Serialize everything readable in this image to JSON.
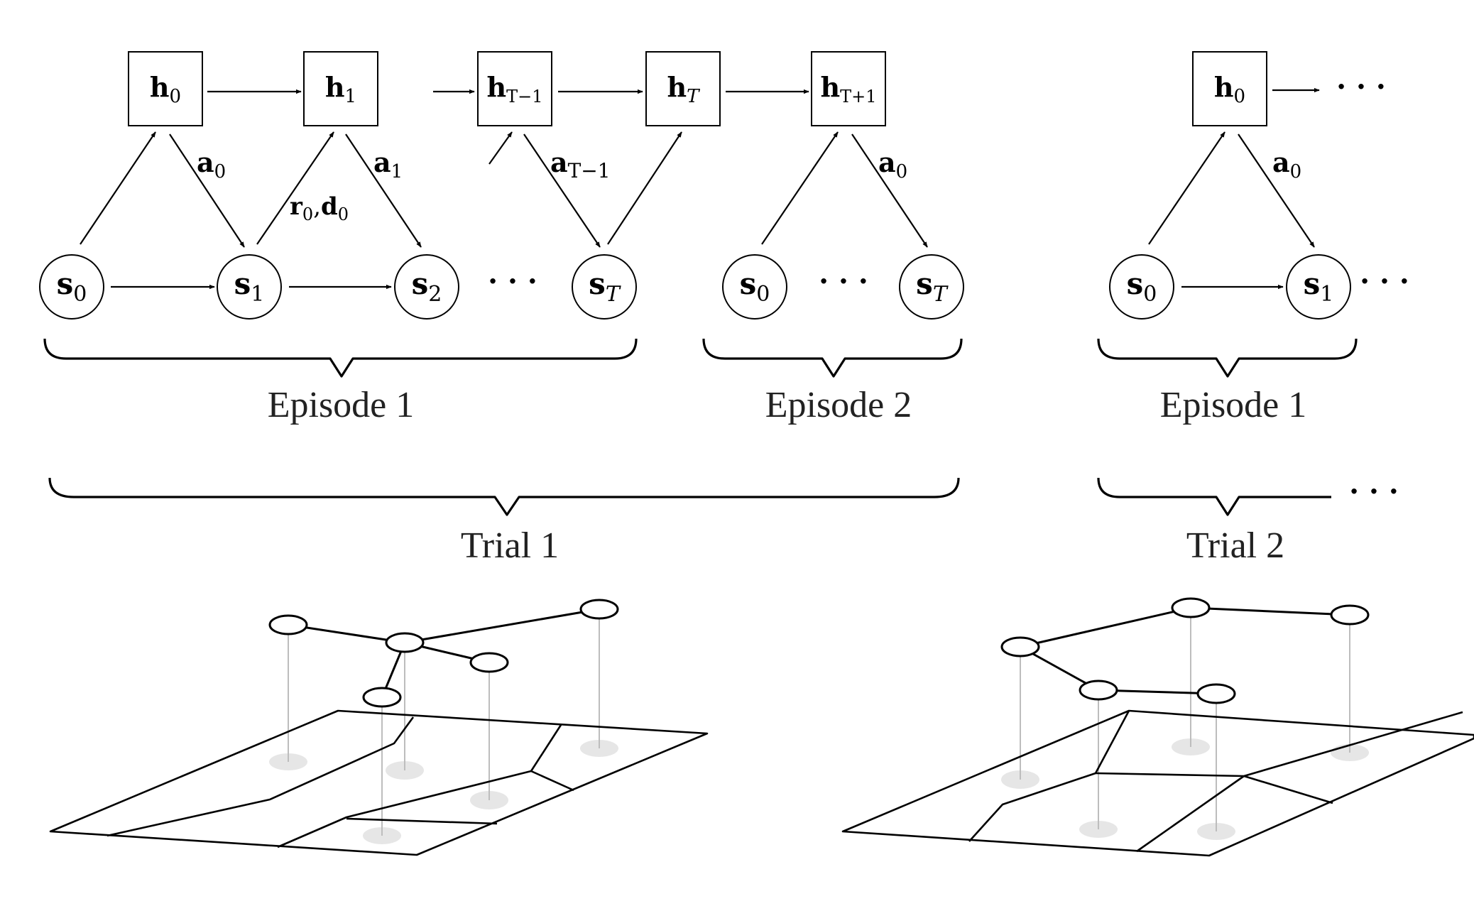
{
  "nodes": {
    "h0": {
      "base": "h",
      "sub": "0"
    },
    "h1": {
      "base": "h",
      "sub": "1"
    },
    "hTm1": {
      "base": "h",
      "sub": "T−1"
    },
    "hT": {
      "base": "h",
      "sub": "T"
    },
    "hTp1": {
      "base": "h",
      "sub": "T+1"
    },
    "h0_trial2": {
      "base": "h",
      "sub": "0"
    },
    "s0": {
      "base": "s",
      "sub": "0"
    },
    "s1": {
      "base": "s",
      "sub": "1"
    },
    "s2": {
      "base": "s",
      "sub": "2"
    },
    "sT": {
      "base": "s",
      "sub": "T"
    },
    "s0_ep2": {
      "base": "s",
      "sub": "0"
    },
    "sT_ep2": {
      "base": "s",
      "sub": "T"
    },
    "s0_trial2": {
      "base": "s",
      "sub": "0"
    },
    "s1_trial2": {
      "base": "s",
      "sub": "1"
    }
  },
  "edge_labels": {
    "a0": {
      "base": "a",
      "sub": "0"
    },
    "a1": {
      "base": "a",
      "sub": "1"
    },
    "aTm1": {
      "base": "a",
      "sub": "T−1"
    },
    "a0_ep2": {
      "base": "a",
      "sub": "0"
    },
    "a0_trial2": {
      "base": "a",
      "sub": "0"
    },
    "r0d0": {
      "r": "r",
      "r_sub": "0",
      "sep": ",",
      "d": "d",
      "d_sub": "0"
    }
  },
  "ellipsis": "· · ·",
  "braces": {
    "episode1": "Episode 1",
    "episode2": "Episode 2",
    "trial1": "Trial 1",
    "episode1_trial2": "Episode 1",
    "trial2": "Trial 2"
  }
}
